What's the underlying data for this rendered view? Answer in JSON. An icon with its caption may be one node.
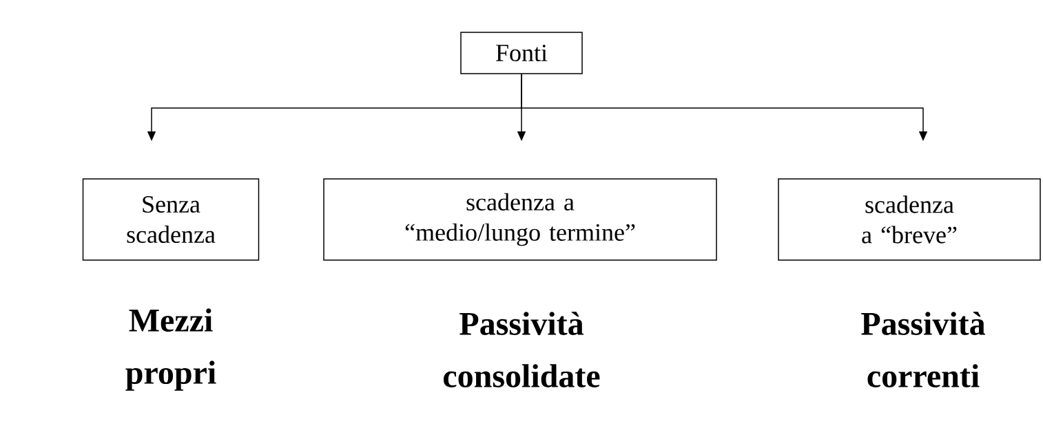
{
  "diagram": {
    "nodes": [
      {
        "text": [
          "Fonti"
        ]
      },
      {
        "text": [
          "Senza scadenza"
        ]
      },
      {
        "text": [
          "scadenza a “medio/lungo termine”"
        ]
      },
      {
        "text": [
          "scadenza a “breve”"
        ]
      }
    ],
    "edges": [
      {
        "from": 0,
        "to": 1,
        "arrow": "to"
      },
      {
        "from": 0,
        "to": 2,
        "arrow": "to"
      },
      {
        "from": 0,
        "to": 3,
        "arrow": "to"
      }
    ],
    "labels": [
      "Mezzi propri",
      "Passività consolidate",
      "Passività correnti"
    ]
  }
}
